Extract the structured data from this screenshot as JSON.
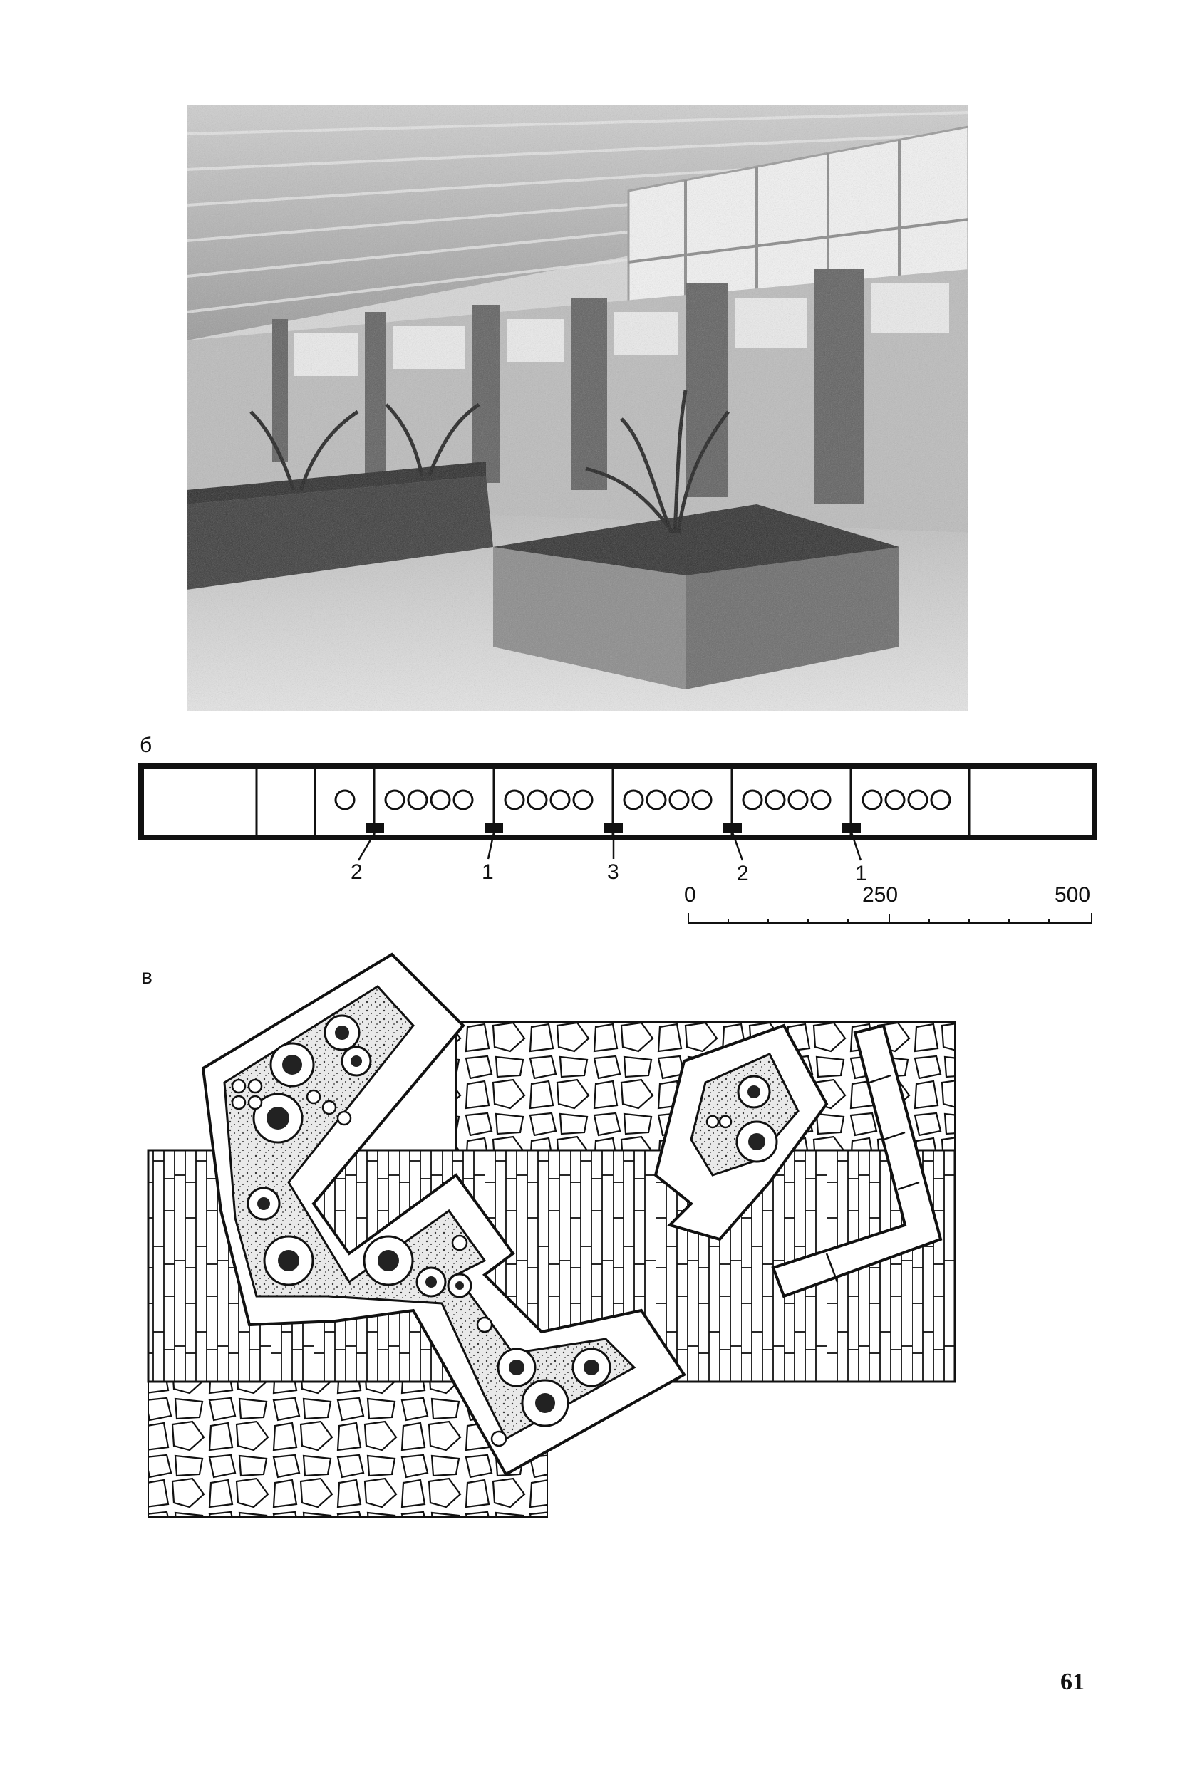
{
  "page": {
    "number": "61"
  },
  "figure": {
    "panel_b_label": "б",
    "panel_v_label": "в",
    "plan_markers": [
      "2",
      "1",
      "3",
      "2",
      "1"
    ],
    "scale": {
      "ticks": [
        "0",
        "250",
        "500"
      ]
    }
  },
  "colors": {
    "ink": "#111111",
    "paper": "#ffffff",
    "photo_gray": "#8f8f8f"
  }
}
